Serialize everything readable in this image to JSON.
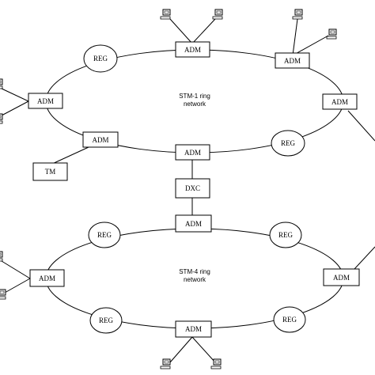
{
  "rings": {
    "upper_label_line1": "STM-1 ring",
    "upper_label_line2": "network",
    "lower_label_line1": "STM-4 ring",
    "lower_label_line2": "network"
  },
  "nodes": {
    "adm_top_upper": "ADM",
    "adm_upper_right_top": "ADM",
    "adm_upper_right": "ADM",
    "adm_upper_left": "ADM",
    "adm_upper_lower_left": "ADM",
    "adm_upper_bottom": "ADM",
    "reg_upper_left": "REG",
    "reg_upper_right": "REG",
    "tm": "TM",
    "dxc": "DXC",
    "adm_lower_top": "ADM",
    "adm_lower_left": "ADM",
    "adm_lower_right": "ADM",
    "adm_lower_bottom": "ADM",
    "reg_lower_top_left": "REG",
    "reg_lower_top_right": "REG",
    "reg_lower_bottom_left": "REG",
    "reg_lower_bottom_right": "REG"
  },
  "icons": {
    "terminal": "computer-terminal-icon"
  }
}
